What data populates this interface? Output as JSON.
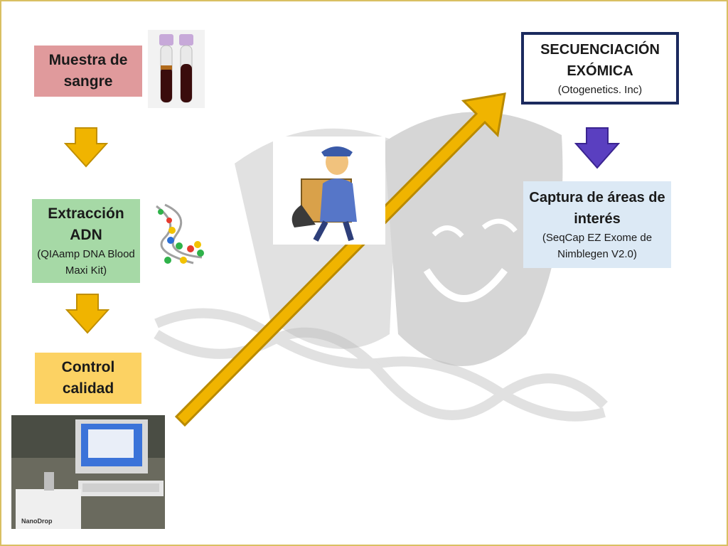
{
  "steps": {
    "muestra": {
      "title": "Muestra de sangre",
      "color": "#e09a9c"
    },
    "extraccion": {
      "title": "Extracción ADN",
      "subtitle": "(QIAamp DNA Blood Maxi Kit)",
      "color": "#a6d9a6"
    },
    "control": {
      "title": "Control calidad",
      "color": "#fcd263"
    },
    "secuenciacion": {
      "title": "SECUENCIACIÓN EXÓMICA",
      "subtitle": "(Otogenetics. Inc)",
      "border_color": "#1b2a5e"
    },
    "captura": {
      "title": "Captura de áreas de interés",
      "subtitle": "(SeqCap EZ Exome de Nimblegen V2.0)",
      "color": "#dce9f5"
    }
  },
  "images": {
    "blood_tubes": "blood-tubes-icon",
    "dna": "dna-helix-icon",
    "mailman": "mailman-icon",
    "nanodrop": "nanodrop-photo-icon",
    "masks": "theater-masks-icon"
  },
  "device_label": "NanoDrop",
  "colors": {
    "arrow_gold": "#f0b400",
    "arrow_purple": "#5a3fc0",
    "frame": "#d9bf62"
  }
}
